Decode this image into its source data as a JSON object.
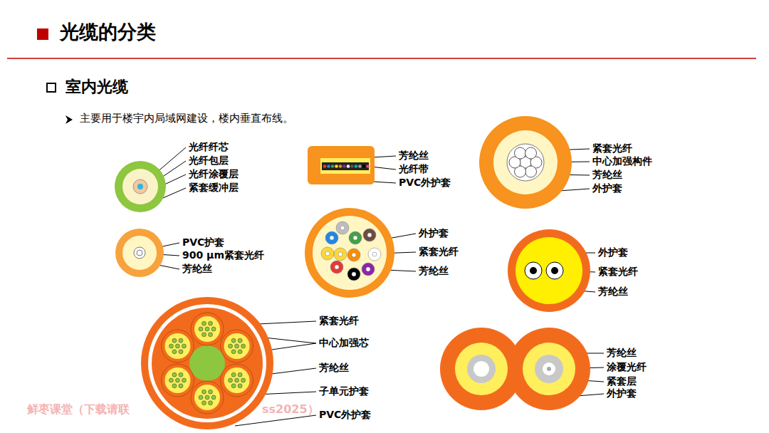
{
  "diagram": {
    "title": "光缆的分类",
    "labels": [
      "室内光缆",
      "主要用于楼宇内局域网建设，楼内垂直布线。",
      "光纤纤芯",
      "光纤包层",
      "光纤涂覆层",
      "紧套缓冲层",
      "芳纶丝",
      "光纤带",
      "PVC外护套",
      "紧套光纤",
      "中心加强构件",
      "芳纶丝",
      "外护套",
      "PVC护套",
      "900 μm紧套光纤",
      "芳纶丝",
      "外护套",
      "紧套光纤",
      "芳纶丝",
      "外护套",
      "紧套光纤",
      "芳纶丝",
      "紧套光纤",
      "中心加强芯",
      "芳纶丝",
      "子单元护套",
      "PVC外护套",
      "芳纶丝",
      "涂覆光纤",
      "紧套层",
      "外护套",
      "鲜枣课堂（下载请联",
      "ss2025）"
    ]
  }
}
